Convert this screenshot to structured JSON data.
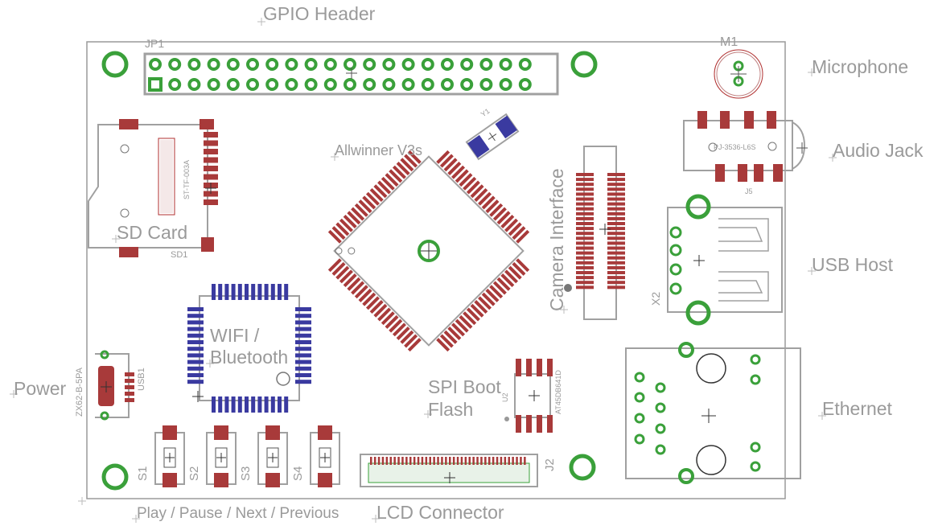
{
  "labels": {
    "gpio_header": "GPIO Header",
    "jp1": "JP1",
    "m1": "M1",
    "microphone": "Microphone",
    "audio_jack": "Audio Jack",
    "j5": "J5",
    "audio_part": "PJ-3536-L6S",
    "sd_card": "SD Card",
    "sd1": "SD1",
    "sd_part": "ST-TF-003A",
    "allwinner": "Allwinner V3s",
    "camera_interface": "Camera Interface",
    "usb_host": "USB Host",
    "x2": "X2",
    "wifi_line1": "WIFI /",
    "wifi_line2": "Bluetooth",
    "spi_line1": "SPI Boot",
    "spi_line2": "Flash",
    "u2": "U2",
    "flash_part": "AT45DB641D",
    "ethernet": "Ethernet",
    "power": "Power",
    "power_part": "ZX62-B-5PA",
    "usb1": "USB1",
    "s1": "S1",
    "s2": "S2",
    "s3": "S3",
    "s4": "S4",
    "buttons": "Play / Pause / Next / Previous",
    "lcd_connector": "LCD Connector",
    "j2": "J2",
    "crystal": "Y1"
  },
  "colors": {
    "board_outline": "#a0a0a0",
    "pad_red": "#a83a3a",
    "pad_blue": "#3a3aa0",
    "pad_green": "#3aa03a",
    "silkscreen": "#a0a0a0"
  }
}
